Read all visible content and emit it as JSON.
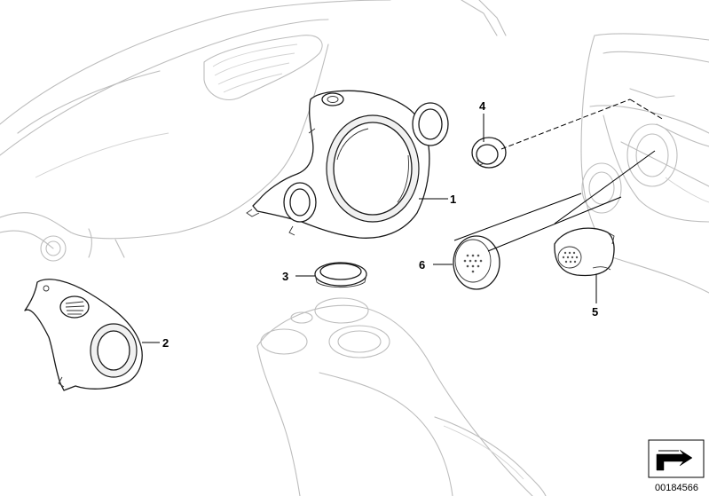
{
  "callouts": [
    "1",
    "2",
    "3",
    "4",
    "5",
    "6"
  ],
  "diagram_code": "00184566",
  "icons": {
    "corner_logo": "angle-arrow-icon"
  }
}
